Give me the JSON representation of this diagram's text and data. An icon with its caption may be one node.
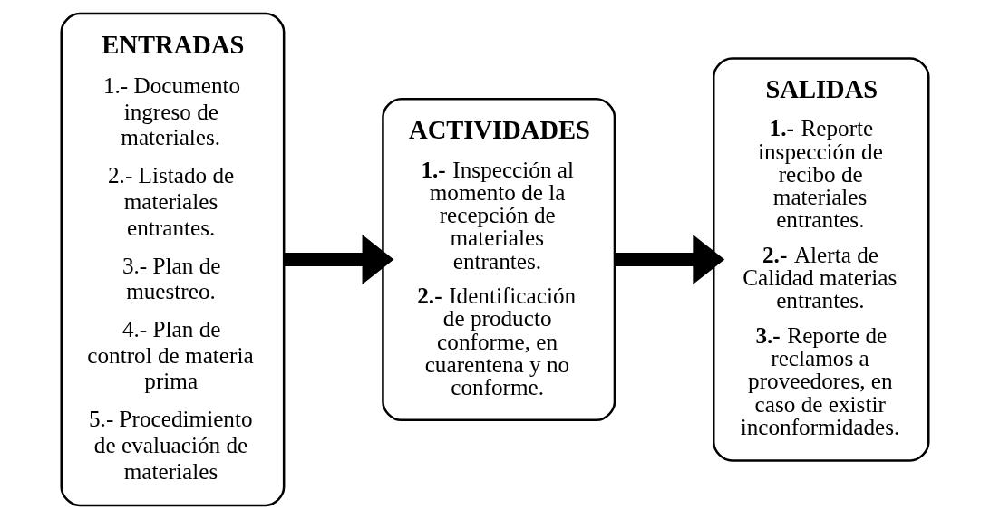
{
  "diagram": {
    "nodes": [
      {
        "text": [
          "ENTRADAS",
          "1.- Documento ingreso de materiales.",
          "2.- Listado de materiales entrantes.",
          "3.- Plan de muestreo.",
          "4.- Plan de control de materia prima",
          "5.- Procedimiento de evaluación de materiales"
        ]
      },
      {
        "text": [
          "ACTIVIDADES",
          "**1.-** Inspección al momento de la recepción de materiales entrantes.",
          "**2.-** Identificación de producto conforme, en cuarentena y no conforme."
        ]
      },
      {
        "text": [
          "SALIDAS",
          "**1.-** Reporte inspección de recibo de materiales entrantes.",
          "**2.-** Alerta de Calidad materias entrantes.",
          "**3.-** Reporte de reclamos a proveedores, en caso de existir inconformidades."
        ]
      }
    ],
    "edges": [
      {
        "from": 0,
        "to": 1,
        "arrow": "to"
      },
      {
        "from": 1,
        "to": 2,
        "arrow": "to"
      }
    ]
  }
}
